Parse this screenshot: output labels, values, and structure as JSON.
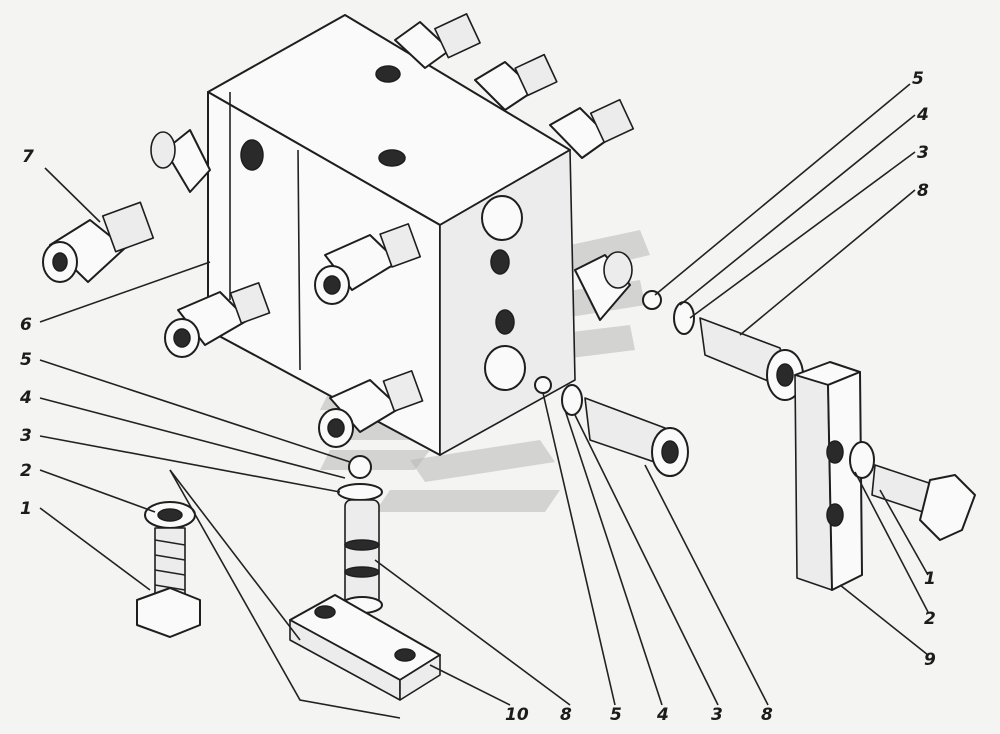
{
  "figure": {
    "labels": [
      {
        "id": "label-7",
        "text": "7"
      },
      {
        "id": "label-6",
        "text": "6"
      },
      {
        "id": "label-5-left",
        "text": "5"
      },
      {
        "id": "label-4-left",
        "text": "4"
      },
      {
        "id": "label-3-left",
        "text": "3"
      },
      {
        "id": "label-2-left",
        "text": "2"
      },
      {
        "id": "label-1-left",
        "text": "1"
      },
      {
        "id": "label-5-top-right",
        "text": "5"
      },
      {
        "id": "label-4-top-right",
        "text": "4"
      },
      {
        "id": "label-3-top-right",
        "text": "3"
      },
      {
        "id": "label-8-top-right",
        "text": "8"
      },
      {
        "id": "label-1-right",
        "text": "1"
      },
      {
        "id": "label-2-right",
        "text": "2"
      },
      {
        "id": "label-9",
        "text": "9"
      },
      {
        "id": "label-10",
        "text": "10"
      },
      {
        "id": "label-8-bottom-a",
        "text": "8"
      },
      {
        "id": "label-5-bottom",
        "text": "5"
      },
      {
        "id": "label-4-bottom",
        "text": "4"
      },
      {
        "id": "label-3-bottom",
        "text": "3"
      },
      {
        "id": "label-8-bottom-b",
        "text": "8"
      }
    ],
    "colors": {
      "ink": "#1e1e1e",
      "paper": "#f4f4f2",
      "watermark": "#b8b8b8"
    }
  }
}
